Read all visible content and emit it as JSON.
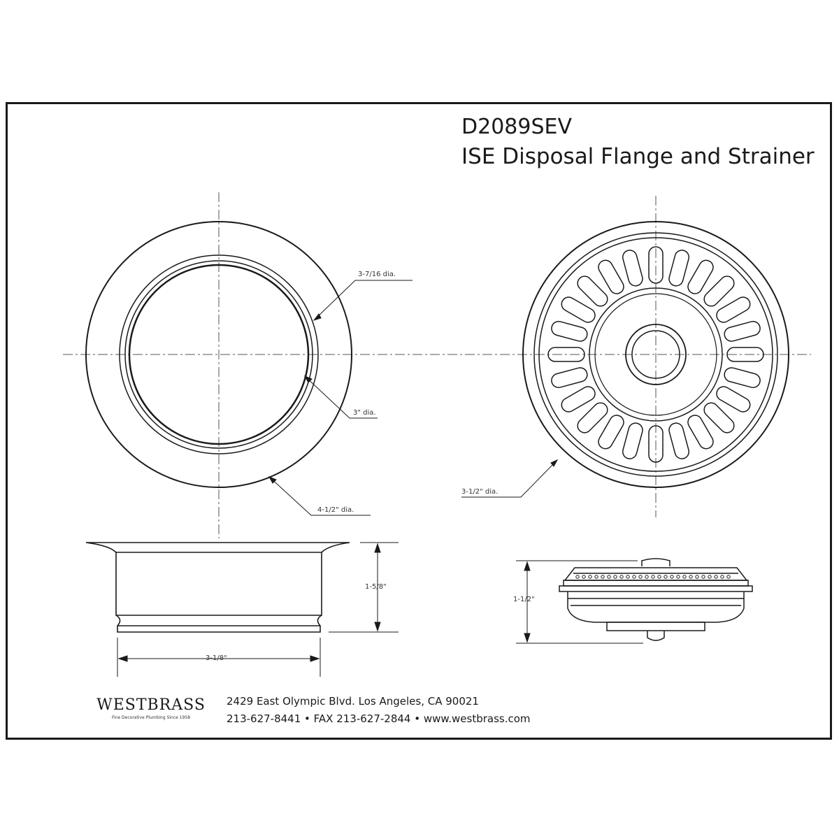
{
  "title": {
    "model": "D2089SEV",
    "product": "ISE Disposal Flange and Strainer"
  },
  "dimensions": {
    "flange_inner_lip": "3-7/16 dia.",
    "flange_opening": "3\" dia.",
    "flange_outer": "4-1/2\" dia.",
    "strainer_outer": "3-1/2\" dia.",
    "flange_height": "1-5/8\"",
    "flange_body_width": "3-1/8\"",
    "strainer_height": "1-1/2\""
  },
  "brand": {
    "name": "WESTBRASS",
    "tagline": "Fine Decorative Plumbing Since 1958"
  },
  "contact": {
    "address": "2429 East Olympic Blvd. Los Angeles, CA  90021",
    "phones": "213-627-8441 • FAX 213-627-2844 • www.westbrass.com"
  },
  "colors": {
    "line": "#1a1a1a",
    "centerline": "#555555"
  }
}
